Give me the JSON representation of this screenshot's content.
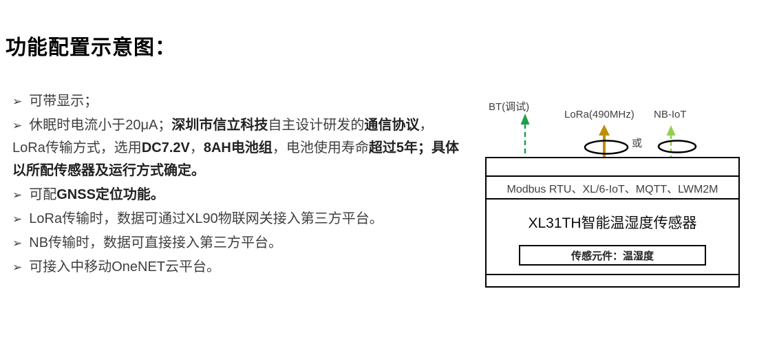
{
  "title": "功能配置示意图：",
  "colors": {
    "bt_arrow": "#1fa04a",
    "lora_arrow": "#bf8f00",
    "nb_arrow": "#92d050",
    "text": "#3f3f3f"
  },
  "bullets": {
    "marker": "➢",
    "items": [
      {
        "segments": [
          {
            "text": "可带显示；",
            "bold": false
          }
        ]
      },
      {
        "segments": [
          {
            "text": "休眠时电流小于20μA；",
            "bold": false
          },
          {
            "text": "深圳市信立科技",
            "bold": true
          },
          {
            "text": "自主设计研发的",
            "bold": false
          },
          {
            "text": "通信协议",
            "bold": true
          },
          {
            "text": "，LoRa传输方式，选用",
            "bold": false
          },
          {
            "text": "DC7.2V",
            "bold": true
          },
          {
            "text": "，",
            "bold": false
          },
          {
            "text": "8AH电池组",
            "bold": true
          },
          {
            "text": "，电池使用寿命",
            "bold": false
          },
          {
            "text": "超过5年；具体以所配传感器及运行方式确定。",
            "bold": true
          }
        ]
      },
      {
        "segments": [
          {
            "text": "可配",
            "bold": false
          },
          {
            "text": "GNSS定位功能。",
            "bold": true
          }
        ]
      },
      {
        "segments": [
          {
            "text": "LoRa传输时，数据可通过XL90物联网关接入第三方平台。",
            "bold": false
          }
        ]
      },
      {
        "segments": [
          {
            "text": "NB传输时，数据可直接接入第三方平台。",
            "bold": false
          }
        ]
      },
      {
        "segments": [
          {
            "text": "可接入中移动OneNET云平台。",
            "bold": false
          }
        ]
      }
    ]
  },
  "diagram": {
    "bt_label": "BT(调试)",
    "lora_label": "LoRa(490MHz)",
    "nb_label": "NB-IoT",
    "or_label": "或",
    "protocols": "Modbus RTU、XL/6-IoT、MQTT、LWM2M",
    "device_title": "XL31TH智能温湿度传感器",
    "sensor_box": "传感元件：温湿度"
  }
}
